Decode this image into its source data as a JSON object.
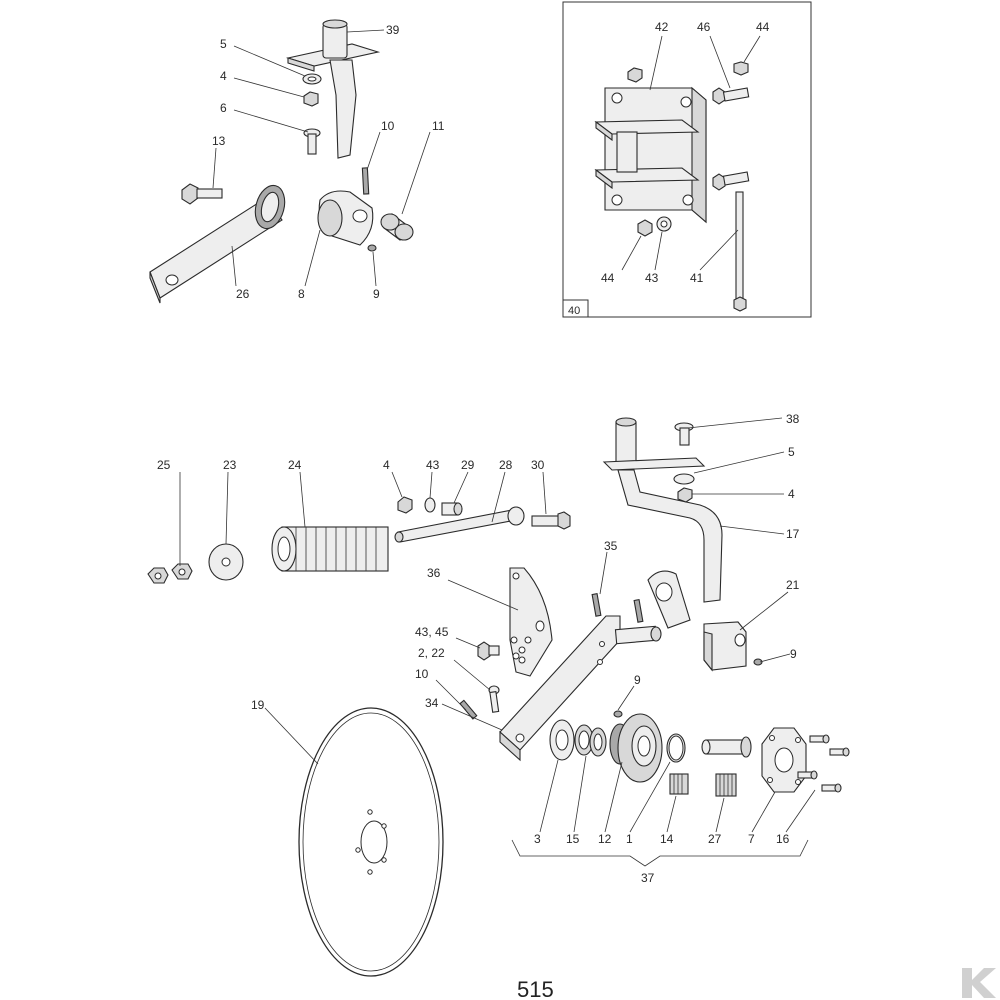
{
  "diagram": {
    "page_number": "515",
    "inset_label": "40",
    "logo_text": "K",
    "callouts_top": [
      {
        "id": "c39",
        "text": "39"
      },
      {
        "id": "c5a",
        "text": "5"
      },
      {
        "id": "c4a",
        "text": "4"
      },
      {
        "id": "c6",
        "text": "6"
      },
      {
        "id": "c10a",
        "text": "10"
      },
      {
        "id": "c11",
        "text": "11"
      },
      {
        "id": "c13",
        "text": "13"
      },
      {
        "id": "c26",
        "text": "26"
      },
      {
        "id": "c8",
        "text": "8"
      },
      {
        "id": "c9a",
        "text": "9"
      }
    ],
    "callouts_inset": [
      {
        "id": "c42",
        "text": "42"
      },
      {
        "id": "c46",
        "text": "46"
      },
      {
        "id": "c44a",
        "text": "44"
      },
      {
        "id": "c44b",
        "text": "44"
      },
      {
        "id": "c43a",
        "text": "43"
      },
      {
        "id": "c41",
        "text": "41"
      }
    ],
    "callouts_bottom": [
      {
        "id": "c38",
        "text": "38"
      },
      {
        "id": "c5b",
        "text": "5"
      },
      {
        "id": "c4b",
        "text": "4"
      },
      {
        "id": "c17",
        "text": "17"
      },
      {
        "id": "c25",
        "text": "25"
      },
      {
        "id": "c23",
        "text": "23"
      },
      {
        "id": "c24",
        "text": "24"
      },
      {
        "id": "c4c",
        "text": "4"
      },
      {
        "id": "c43b",
        "text": "43"
      },
      {
        "id": "c29",
        "text": "29"
      },
      {
        "id": "c28",
        "text": "28"
      },
      {
        "id": "c30",
        "text": "30"
      },
      {
        "id": "c35",
        "text": "35"
      },
      {
        "id": "c36",
        "text": "36"
      },
      {
        "id": "c21",
        "text": "21"
      },
      {
        "id": "c43_45",
        "text": "43, 45"
      },
      {
        "id": "c9b",
        "text": "9"
      },
      {
        "id": "c2_22",
        "text": "2, 22"
      },
      {
        "id": "c10b",
        "text": "10"
      },
      {
        "id": "c9c",
        "text": "9"
      },
      {
        "id": "c34",
        "text": "34"
      },
      {
        "id": "c19",
        "text": "19"
      },
      {
        "id": "c3",
        "text": "3"
      },
      {
        "id": "c15",
        "text": "15"
      },
      {
        "id": "c12",
        "text": "12"
      },
      {
        "id": "c1",
        "text": "1"
      },
      {
        "id": "c14",
        "text": "14"
      },
      {
        "id": "c27",
        "text": "27"
      },
      {
        "id": "c7",
        "text": "7"
      },
      {
        "id": "c16",
        "text": "16"
      },
      {
        "id": "c37",
        "text": "37"
      }
    ]
  }
}
